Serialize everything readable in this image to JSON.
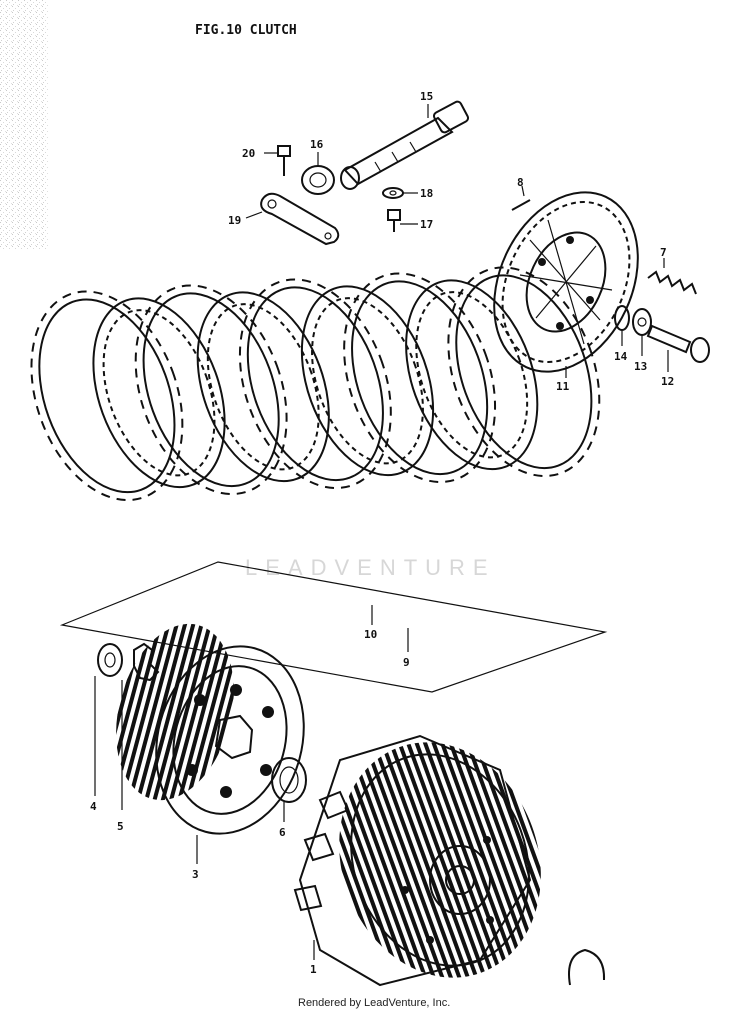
{
  "title": "FIG.10  CLUTCH",
  "watermark": "LEADVENTURE",
  "footer": "Rendered by LeadVenture, Inc.",
  "callouts": [
    "1",
    "3",
    "4",
    "5",
    "6",
    "7",
    "8",
    "9",
    "10",
    "11",
    "12",
    "13",
    "14",
    "15",
    "16",
    "17",
    "18",
    "19",
    "20"
  ]
}
